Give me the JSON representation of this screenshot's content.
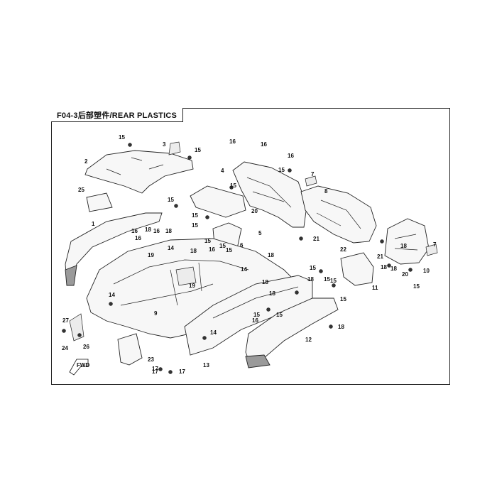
{
  "title": "F04-3后部塑件/REAR PLASTICS",
  "fwd_label": "FWD",
  "labels": [
    "15",
    "3",
    "15",
    "2",
    "16",
    "16",
    "16",
    "4",
    "15",
    "15",
    "7",
    "8",
    "25",
    "15",
    "20",
    "15",
    "15",
    "16",
    "16",
    "1",
    "16",
    "18",
    "18",
    "5",
    "15",
    "6",
    "21",
    "22",
    "21",
    "18",
    "10",
    "7",
    "19",
    "14",
    "18",
    "16",
    "15",
    "15",
    "18",
    "11",
    "18",
    "18",
    "14",
    "15",
    "20",
    "15",
    "19",
    "18",
    "18",
    "15",
    "18",
    "14",
    "15",
    "15",
    "9",
    "16",
    "15",
    "15",
    "17",
    "27",
    "14",
    "24",
    "26",
    "12",
    "23",
    "17",
    "17",
    "13",
    "18"
  ]
}
